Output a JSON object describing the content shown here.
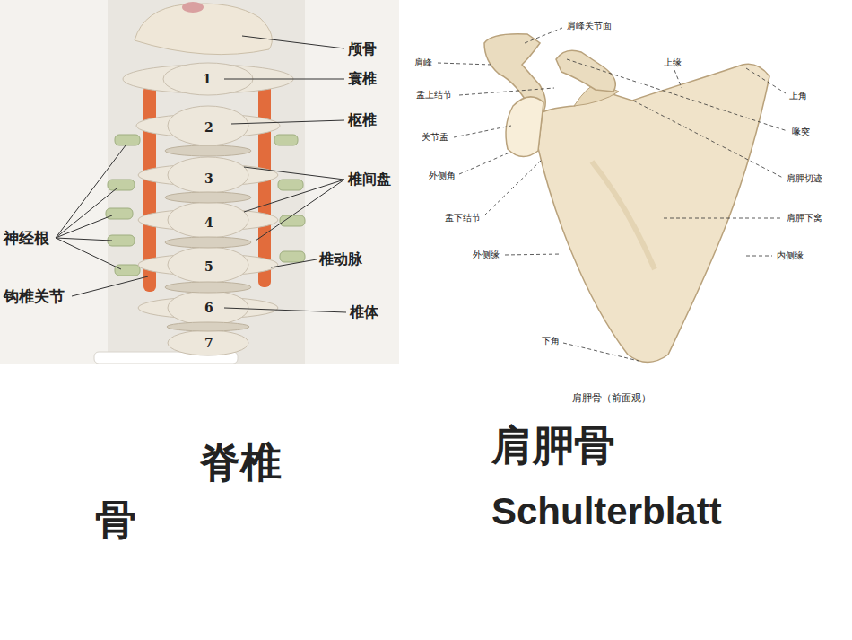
{
  "diagram": {
    "caption": "肩胛骨（前面观）",
    "labels": [
      "颅骨",
      "1",
      "寰椎",
      "枢椎",
      "2",
      "椎间盘",
      "3",
      "4",
      "神经根",
      "椎动脉",
      "5",
      "钩椎关节",
      "6",
      "椎体",
      "7",
      "肩峰关节面",
      "肩峰",
      "上缘",
      "上角",
      "盂上结节",
      "喙突",
      "关节盂",
      "外侧角",
      "肩胛切迹",
      "盂下结节",
      "肩胛下窝",
      "外侧缘",
      "内侧缘",
      "下角",
      "脊椎骨",
      "肩胛骨",
      "Schulterblatt"
    ]
  }
}
